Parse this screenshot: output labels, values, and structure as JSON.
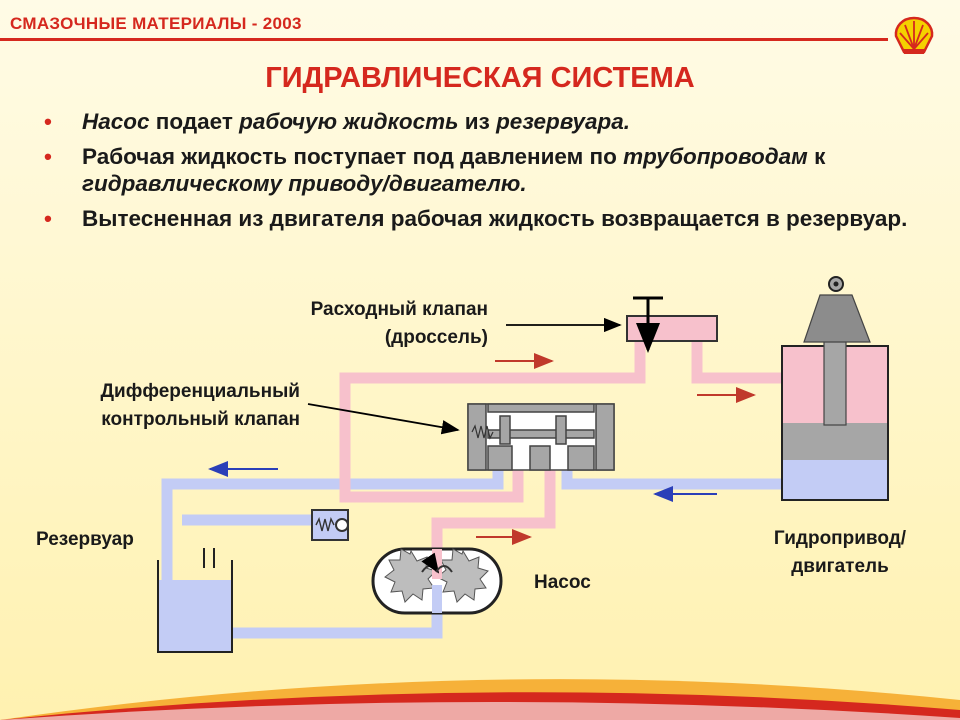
{
  "header": {
    "text": "СМАЗОЧНЫЕ МАТЕРИАЛЫ - 2003"
  },
  "logo": {
    "icon": "shell-logo-icon"
  },
  "title": "ГИДРАВЛИЧЕСКАЯ СИСТЕМА",
  "bullets": [
    [
      {
        "text": "Насос",
        "italic": true
      },
      {
        "text": " подает ",
        "italic": false
      },
      {
        "text": "рабочую жидкость",
        "italic": true
      },
      {
        "text": " из ",
        "italic": false
      },
      {
        "text": "резервуара.",
        "italic": true
      }
    ],
    [
      {
        "text": "Рабочая жидкость поступает под давлением по ",
        "italic": false
      },
      {
        "text": "трубопроводам",
        "italic": true
      },
      {
        "text": " к ",
        "italic": false
      },
      {
        "text": "гидравлическому приводу/двигателю.",
        "italic": true
      }
    ],
    [
      {
        "text": "Вытесненная из двигателя рабочая жидкость возвращается в резервуар.",
        "italic": false
      }
    ]
  ],
  "labels": {
    "flow_valve_1": "Расходный клапан",
    "flow_valve_2": "(дроссель)",
    "diff_valve_1": "Дифференциальный",
    "diff_valve_2": "контрольный клапан",
    "reservoir": "Резервуар",
    "pump": "Насос",
    "actuator_1": "Гидропривод/",
    "actuator_2": "двигатель"
  },
  "colors": {
    "header_red": "#d5281e",
    "pressure_line": "#f7c1cc",
    "return_line": "#c3ccf5",
    "valve_gray": "#a6a6a6",
    "arrow_red": "#c0392b",
    "arrow_blue": "#2b3fb8"
  }
}
